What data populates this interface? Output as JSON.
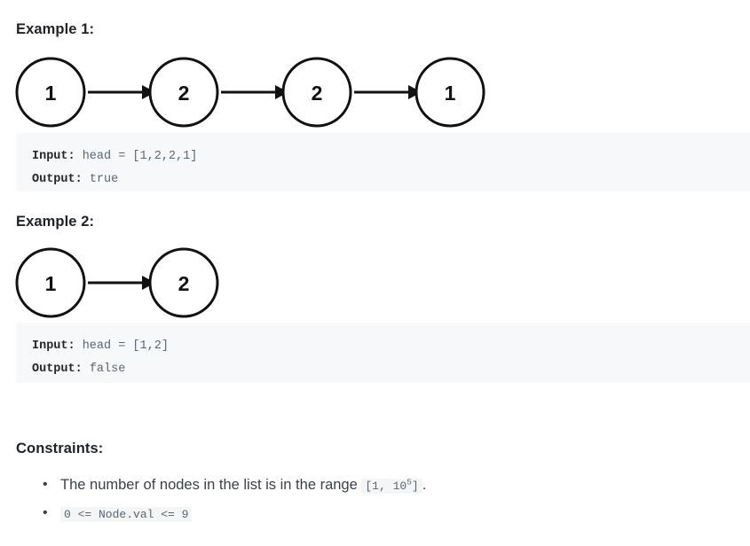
{
  "sections": {
    "example_1_heading": "Example 1:",
    "example_2_heading": "Example 2:",
    "constraints_heading": "Constraints:"
  },
  "diagrams": {
    "example_1": {
      "nodes": [
        "1",
        "2",
        "2",
        "1"
      ],
      "arrow_count": 3
    },
    "example_2": {
      "nodes": [
        "1",
        "2"
      ],
      "arrow_count": 1
    }
  },
  "code_blocks": [
    {
      "input_label": "Input:",
      "input_value": " head = [1,2,2,1]",
      "output_label": "Output:",
      "output_value": " true"
    },
    {
      "input_label": "Input:",
      "input_value": " head = [1,2]",
      "output_label": "Output:",
      "output_value": " false"
    }
  ],
  "constraints": [
    {
      "text_before": "The number of nodes in the list is in the range ",
      "code_base": "[1, 10",
      "code_sup": "5",
      "code_after": "]",
      "text_after": "."
    },
    {
      "text_before": "",
      "code_full": "0 <= Node.val <= 9",
      "text_after": ""
    }
  ],
  "colors": {
    "heading": "#1f2328",
    "body_text": "#3b4048",
    "code_bg": "#f7f8fa",
    "code_text": "#5a6672",
    "node_stroke": "#111111"
  }
}
